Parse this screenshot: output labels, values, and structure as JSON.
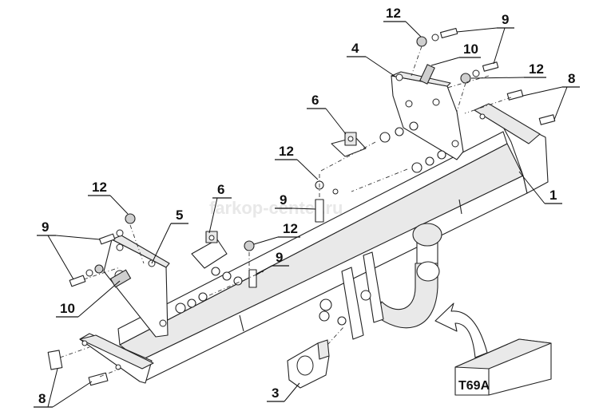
{
  "watermark": "farkop-center.ru",
  "box_label": "T69A",
  "callouts": [
    {
      "id": "c12a",
      "text": "12"
    },
    {
      "id": "c9a",
      "text": "9"
    },
    {
      "id": "c10a",
      "text": "10"
    },
    {
      "id": "c4",
      "text": "4"
    },
    {
      "id": "c12b",
      "text": "12"
    },
    {
      "id": "c8a",
      "text": "8"
    },
    {
      "id": "c6a",
      "text": "6"
    },
    {
      "id": "c12c",
      "text": "12"
    },
    {
      "id": "c9b",
      "text": "9"
    },
    {
      "id": "c1",
      "text": "1"
    },
    {
      "id": "c12d",
      "text": "12"
    },
    {
      "id": "c6b",
      "text": "6"
    },
    {
      "id": "c5",
      "text": "5"
    },
    {
      "id": "c9c",
      "text": "9"
    },
    {
      "id": "c12e",
      "text": "12"
    },
    {
      "id": "c9d",
      "text": "9"
    },
    {
      "id": "c10b",
      "text": "10"
    },
    {
      "id": "c8b",
      "text": "8"
    },
    {
      "id": "c3",
      "text": "3"
    }
  ]
}
